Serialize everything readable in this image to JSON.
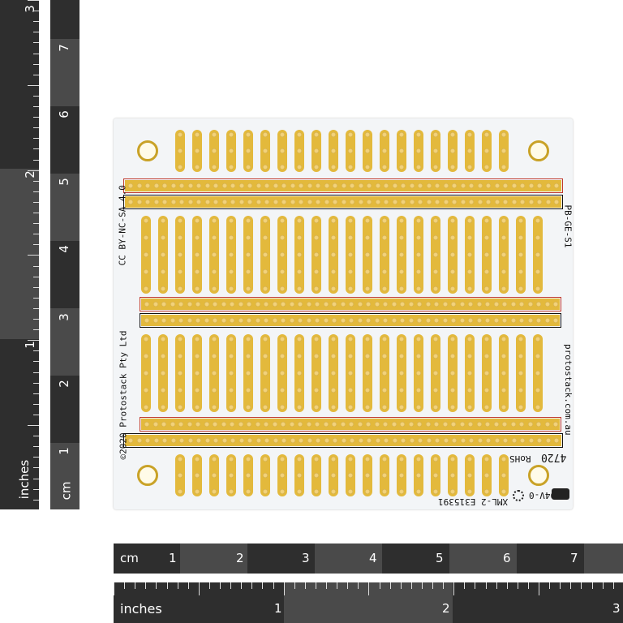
{
  "rulers": {
    "left_inches": {
      "unit_label": "inches",
      "labels": [
        "3",
        "2",
        "1"
      ]
    },
    "left_cm": {
      "unit_label": "cm",
      "labels": [
        "7",
        "6",
        "5",
        "4",
        "3",
        "2",
        "1"
      ]
    },
    "bottom_cm": {
      "unit_label": "cm",
      "labels": [
        "1",
        "2",
        "3",
        "4",
        "5",
        "6",
        "7"
      ]
    },
    "bottom_inches": {
      "unit_label": "inches",
      "labels": [
        "1",
        "2",
        "3"
      ]
    }
  },
  "board": {
    "license": "CC BY-NC-SA 4.0",
    "copyright": "©2020 Protostack Pty Ltd",
    "part_number": "PB-GE-S1",
    "website": "protostack.com.au",
    "rohs": "RoHS",
    "date_code": "4720",
    "flammability": "94V-0",
    "ul_file": "XML-2 E315391",
    "colors": {
      "copper": "#e3b93c",
      "board": "#f3f5f7",
      "positive_rail": "#c0392b",
      "negative_rail": "#111111"
    }
  }
}
